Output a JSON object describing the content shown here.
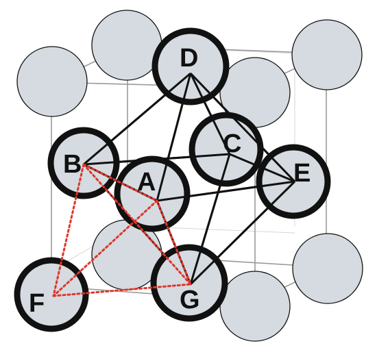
{
  "diagram": {
    "labels": {
      "A": "A",
      "B": "B",
      "C": "C",
      "D": "D",
      "E": "E",
      "F": "F",
      "G": "G"
    },
    "colors": {
      "atom_fill": "#d5dbe0",
      "atom_outline": "#111111",
      "cell_edge": "#9a9a9a",
      "bond_line": "#111111",
      "dotted_line": "#e0362a",
      "background": "#ffffff"
    }
  }
}
